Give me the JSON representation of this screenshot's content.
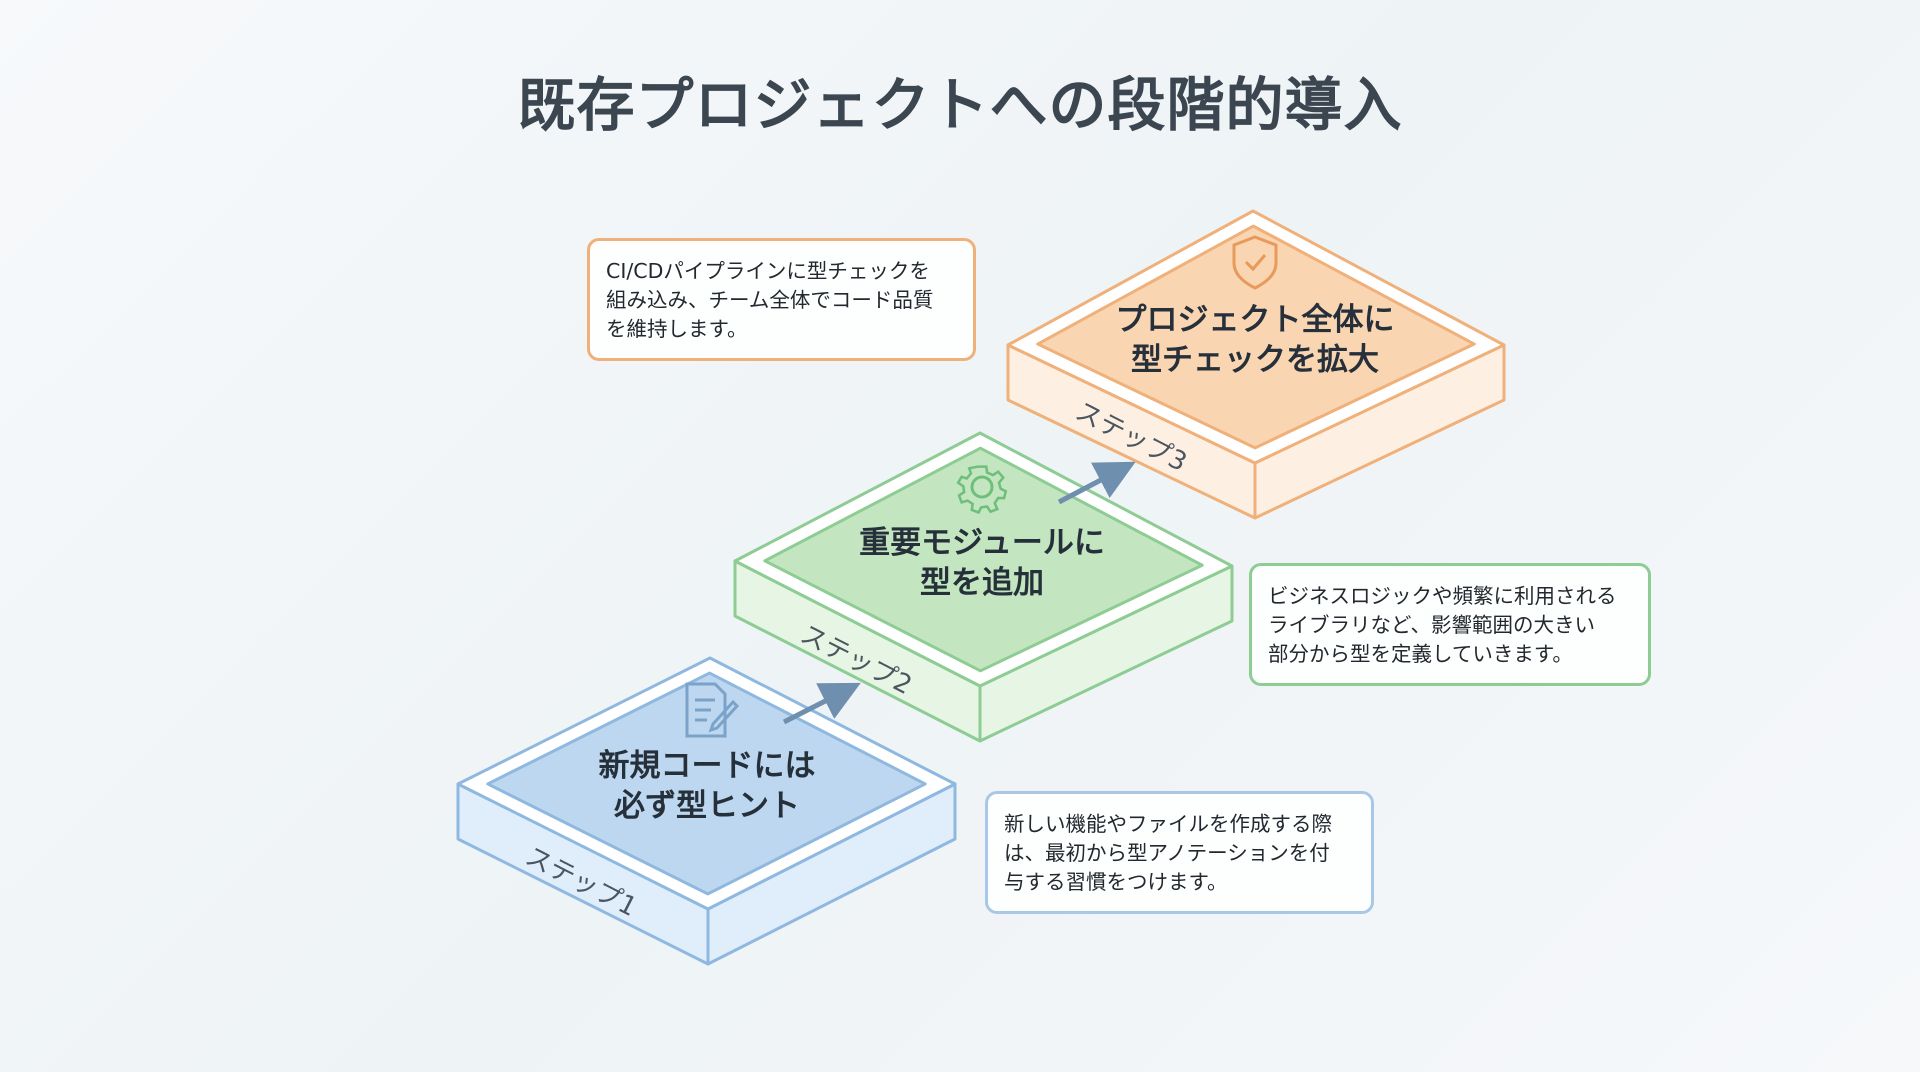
{
  "title": "既存プロジェクトへの段階的導入",
  "steps": [
    {
      "step_label": "ステップ1",
      "lines": [
        "新規コードには",
        "必ず型ヒント"
      ],
      "icon": "document-edit-icon",
      "color": "#8fb8e0",
      "description": [
        "新しい機能やファイルを作成する際",
        "は、最初から型アノテーションを付",
        "与する習慣をつけます。"
      ]
    },
    {
      "step_label": "ステップ2",
      "lines": [
        "重要モジュールに",
        "型を追加"
      ],
      "icon": "gear-icon",
      "color": "#8dcc93",
      "description": [
        "ビジネスロジックや頻繁に利用される",
        "ライブラリなど、影響範囲の大きい",
        "部分から型を定義していきます。"
      ]
    },
    {
      "step_label": "ステップ3",
      "lines": [
        "プロジェクト全体に",
        "型チェックを拡大"
      ],
      "icon": "shield-check-icon",
      "color": "#f0b07a",
      "description": [
        "CI/CDパイプラインに型チェックを",
        "組み込み、チーム全体でコード品質",
        "を維持します。"
      ]
    }
  ]
}
